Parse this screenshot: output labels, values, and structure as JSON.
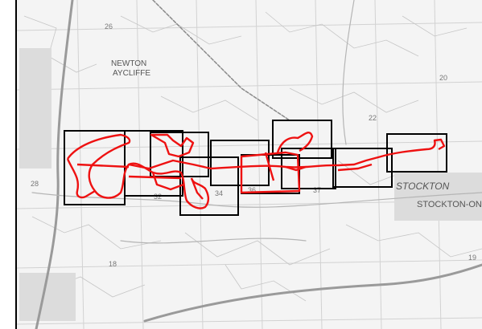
{
  "map": {
    "place_labels": [
      {
        "key": "newton",
        "text": "NEWTON"
      },
      {
        "key": "aycliffe",
        "text": "AYCLIFFE"
      },
      {
        "key": "stockton1",
        "text": "STOCKTON"
      },
      {
        "key": "stockton2",
        "text": "STOCKTON-ON"
      }
    ],
    "grid_numbers": [
      {
        "key": "g26",
        "text": "26"
      },
      {
        "key": "g28",
        "text": "28"
      },
      {
        "key": "g32",
        "text": "32"
      },
      {
        "key": "g34",
        "text": "34"
      },
      {
        "key": "g36",
        "text": "36"
      },
      {
        "key": "g37",
        "text": "37"
      },
      {
        "key": "g18",
        "text": "18"
      },
      {
        "key": "g19",
        "text": "19"
      },
      {
        "key": "g20",
        "text": "20"
      },
      {
        "key": "g22",
        "text": "22"
      }
    ],
    "colors": {
      "boundary": "#ee1111",
      "box": "#000000",
      "road": "#9a9a9a",
      "border": "#000000"
    }
  }
}
